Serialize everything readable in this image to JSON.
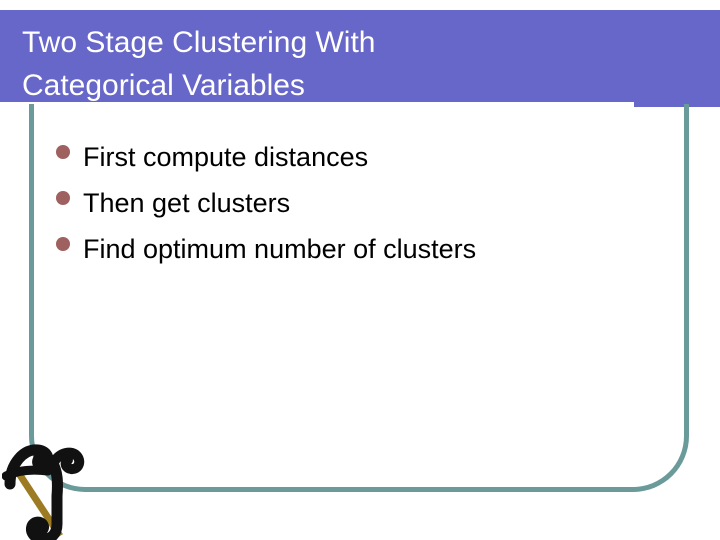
{
  "slide": {
    "title": "Two Stage Clustering With\nCategorical Variables",
    "title_line_1": "Two Stage Clustering With",
    "title_line_2": "Categorical Variables",
    "bullets": [
      {
        "label": "First compute distances"
      },
      {
        "label": "Then get clusters"
      },
      {
        "label": "Find optimum number of clusters"
      }
    ],
    "decoration": {
      "monogram_icon": "script-letter-f-monogram-icon",
      "monogram_stroke_icon": "gold-diagonal-stroke-icon"
    },
    "colors": {
      "banner": "#6766c9",
      "banner_text": "#ffffff",
      "banner_underline": "#ffffff",
      "frame_border": "#6a9a9a",
      "bullet_marker": "#9f6060",
      "body_text": "#000000",
      "monogram_black": "#111111",
      "monogram_gold": "#9c7b22",
      "background": "#ffffff"
    }
  }
}
